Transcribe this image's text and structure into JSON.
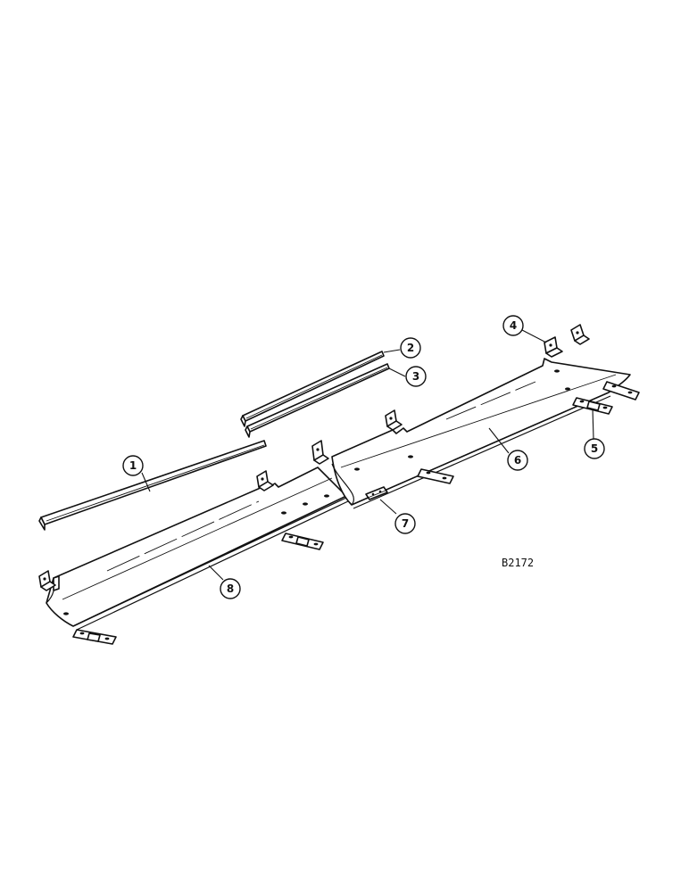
{
  "figure_code": "B2172",
  "callouts": [
    {
      "number": "1",
      "part": "angle-strip-left"
    },
    {
      "number": "2",
      "part": "angle-strip-upper"
    },
    {
      "number": "3",
      "part": "angle-strip-lower"
    },
    {
      "number": "4",
      "part": "bracket"
    },
    {
      "number": "5",
      "part": "strap"
    },
    {
      "number": "6",
      "part": "trough-panel-right"
    },
    {
      "number": "7",
      "part": "joint-bracket"
    },
    {
      "number": "8",
      "part": "trough-panel-left"
    }
  ]
}
